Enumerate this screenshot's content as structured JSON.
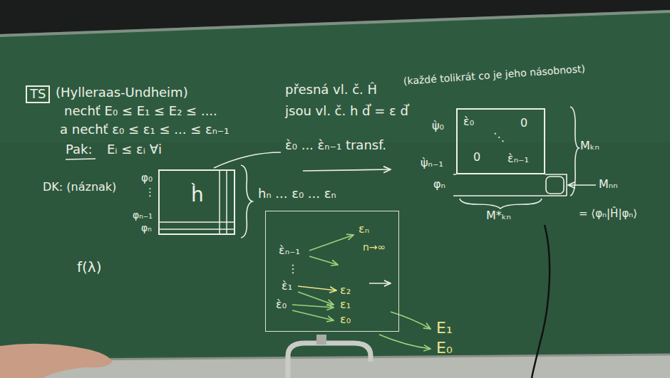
{
  "diagram": {
    "nodes": [
      {
        "text": [
          "TS"
        ]
      },
      {
        "text": [
          "h̀"
        ]
      },
      {
        "text": [
          "ὲ₀",
          "0",
          "⋱",
          "0",
          "ὲₙ₋₁"
        ]
      },
      {
        "text": [
          "εₙ",
          "ὲₙ₋₁",
          "n→∞",
          "⋮",
          "ὲ₁",
          "ε₂",
          "ὲ₀",
          "ε₁",
          "ε₀"
        ]
      }
    ],
    "labels": [
      "(Hylleraas-Undheim)",
      "nechť E₀ ≤ E₁ ≤ E₂ ≤ ....",
      "přesná vl. č. Ĥ",
      "(každé tolikrát co je jeho násobnost)",
      "a nechť ε₀ ≤ ε₁ ≤ ... ≤ εₙ₋₁",
      "jsou vl. č. h d⃗ = ε d⃗",
      "Pak:",
      "Eᵢ ≤ εᵢ ∀i",
      "DK: (náznak)",
      "φ₀",
      "⋮",
      "φₙ₋₁",
      "φₙ",
      "hₙ ... ε₀ ... εₙ",
      "ὲ₀ ... ὲₙ₋₁ transf.",
      "ψ̀₀",
      "ψ̀ₙ₋₁",
      "φₙ",
      "Mₖₙ",
      "Mₙₙ",
      "M*ₖₙ",
      "= ⟨φₙ|Ĥ|φₙ⟩",
      "f(λ)",
      "E₁",
      "E₀"
    ]
  }
}
